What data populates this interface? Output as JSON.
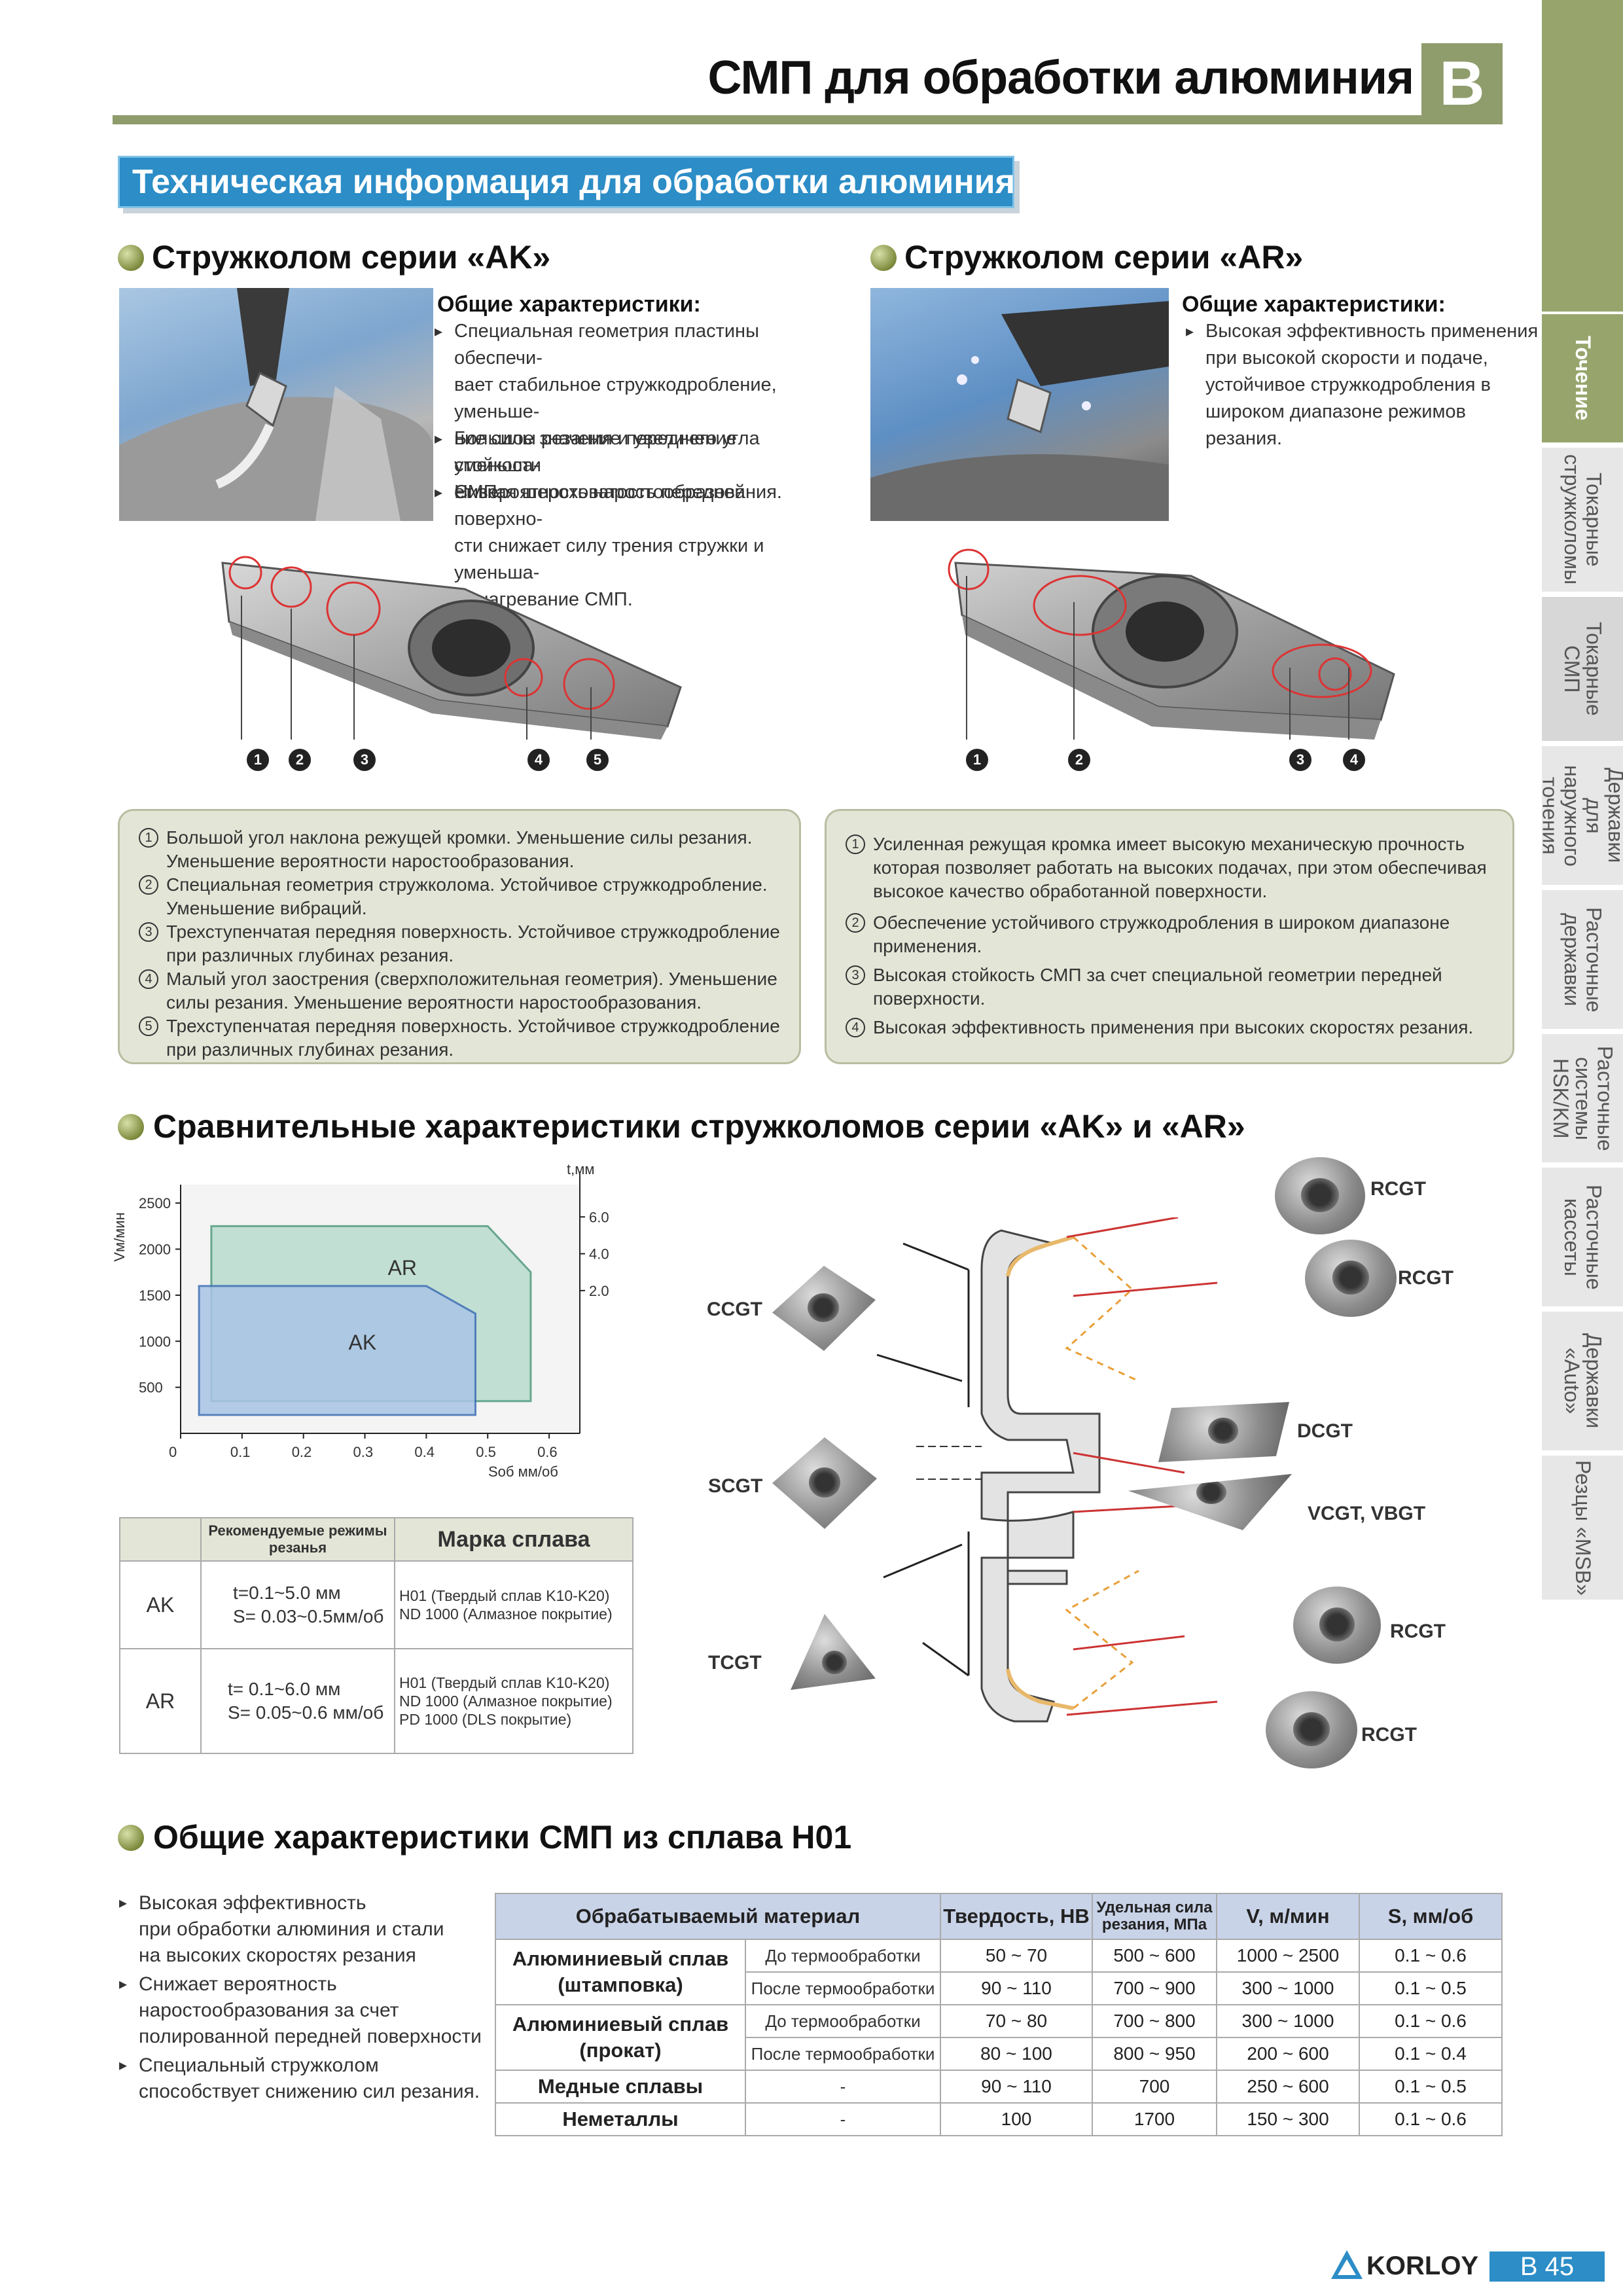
{
  "header": {
    "title": "СМП для обработки алюминия",
    "letter": "B"
  },
  "side_tabs": [
    {
      "label": "Точение",
      "active": true
    },
    {
      "label": "Токарные\nстружколомы"
    },
    {
      "label": "Токарные\nСМП"
    },
    {
      "label": "Державки\nдля наружного\nточения"
    },
    {
      "label": "Расточные\nдержавки"
    },
    {
      "label": "Расточные\nсистемы\nHSK/KM"
    },
    {
      "label": "Расточные\nкассеты"
    },
    {
      "label": "Державки\n«Auto»"
    },
    {
      "label": "Резцы «MSB»"
    }
  ],
  "section_title": "Техническая информация для обработки алюминия",
  "ak": {
    "title": "Стружколом серии «AK»",
    "features_title": "Общие характеристики:",
    "features": [
      "Специальная геометрия пластины обеспечи-\nвает стабильное стружкодробление, уменьше-\nние силы резания и увеличение стойкости\nСМП.",
      "Большое значение переднего угла уменьша-\nет вероятность наростообразования.",
      "Низкая шероховатость передней поверхно-\nсти снижает силу трения стружки и уменьша-\nет нагревание СМП."
    ],
    "numbers": [
      "1",
      "2",
      "3",
      "4",
      "5"
    ],
    "notes": [
      "Большой угол наклона режущей кромки. Уменьшение силы резания.\nУменьшение вероятности наростообразования.",
      "Специальная геометрия стружколома. Устойчивое стружкодробление.\nУменьшение вибраций.",
      "Трехступенчатая передняя поверхность. Устойчивое стружкодробление\nпри различных глубинах резания.",
      "Малый угол заострения (сверхположительная геометрия). Уменьшение\nсилы резания. Уменьшение вероятности наростообразования.",
      "Трехступенчатая передняя поверхность. Устойчивое стружкодробление\nпри различных глубинах резания."
    ]
  },
  "ar": {
    "title": "Стружколом серии «AR»",
    "features_title": "Общие характеристики:",
    "features": [
      "Высокая эффективность применения\nпри высокой скорости и подаче,\nустойчивое стружкодробления в\nшироком диапазоне режимов\nрезания."
    ],
    "numbers": [
      "1",
      "2",
      "3",
      "4"
    ],
    "notes": [
      "Усиленная режущая кромка имеет высокую механическую прочность\nкоторая позволяет работать на высоких подачах, при этом обеспечивая\nвысокое качество обработанной поверхности.",
      "Обеспечение устойчивого стружкодробления в широком диапазоне\nприменения.",
      "Высокая стойкость СМП за счет специальной геометрии передней\nповерхности.",
      "Высокая эффективность применения при высоких скоростях резания."
    ]
  },
  "note_symbols": [
    "①",
    "②",
    "③",
    "④",
    "⑤"
  ],
  "compare": {
    "title": "Сравнительные характеристики стружколомов серии «AK»  и «AR»"
  },
  "chart_data": {
    "type": "area",
    "ylabel": "Vм/мин",
    "y2label": "t,мм",
    "xlabel": "Sоб мм/об",
    "xticks": [
      "0",
      "0.1",
      "0.2",
      "0.3",
      "0.4",
      "0.5",
      "0.6"
    ],
    "yticks": [
      "2500",
      "2000",
      "1500",
      "1000",
      "500"
    ],
    "y2ticks": [
      "6.0",
      "4.0",
      "2.0"
    ],
    "xlim": [
      0,
      0.65
    ],
    "ylim": [
      0,
      2700
    ],
    "series": [
      {
        "name": "AR",
        "region": [
          [
            0.05,
            2250
          ],
          [
            0.5,
            2250
          ],
          [
            0.57,
            1750
          ],
          [
            0.57,
            350
          ],
          [
            0.05,
            350
          ]
        ],
        "color": "#b9dccd"
      },
      {
        "name": "AK",
        "region": [
          [
            0.03,
            1600
          ],
          [
            0.4,
            1600
          ],
          [
            0.48,
            1300
          ],
          [
            0.48,
            200
          ],
          [
            0.03,
            200
          ]
        ],
        "color": "#a9c4e6"
      }
    ]
  },
  "rec_table": {
    "col1": "Рекомендуемые режимы резанья",
    "col2": "Марка сплава",
    "rows": [
      {
        "name": "AK",
        "modes": "t=0.1~5.0 мм\nS= 0.03~0.5мм/об",
        "grades": "H01 (Твердый сплав K10-K20)\nND 1000 (Алмазное покрытие)"
      },
      {
        "name": "AR",
        "modes": "t= 0.1~6.0 мм\nS= 0.05~0.6 мм/об",
        "grades": "H01 (Твердый сплав K10-K20)\nND 1000 (Алмазное покрытие)\nPD 1000 (DLS покрытие)"
      }
    ]
  },
  "insert_labels": {
    "rcgt": "RCGT",
    "ccgt": "CCGT",
    "scgt": "SCGT",
    "tcgt": "TCGT",
    "dcgt": "DCGT",
    "vcgt": "VCGT, VBGT"
  },
  "h01": {
    "title": "Общие характеристики СМП из сплава H01",
    "bullets": [
      "Высокая эффективность\nпри обработки алюминия и стали\nна высоких скоростях резания",
      "Снижает вероятность\nнаростообразования за счет\nполированной  передней поверхности",
      "Специальный стружколом\nспособствует снижению сил резания."
    ],
    "table": {
      "headers": [
        "Обрабатываемый материал",
        "Твердость, HB",
        "Удельная сила\nрезания, МПа",
        "V, м/мин",
        "S, мм/об"
      ],
      "groups": [
        {
          "name": "Алюминиевый сплав\n(штамповка)",
          "rows": [
            [
              "До термообработки",
              "50 ~ 70",
              "500 ~ 600",
              "1000 ~ 2500",
              "0.1 ~ 0.6"
            ],
            [
              "После термообработки",
              "90 ~ 110",
              "700 ~ 900",
              "300 ~ 1000",
              "0.1 ~ 0.5"
            ]
          ]
        },
        {
          "name": "Алюминиевый сплав\n(прокат)",
          "rows": [
            [
              "До термообработки",
              "70 ~ 80",
              "700 ~ 800",
              "300 ~ 1000",
              "0.1 ~ 0.6"
            ],
            [
              "После термообработки",
              "80 ~ 100",
              "800 ~ 950",
              "200 ~ 600",
              "0.1 ~ 0.4"
            ]
          ]
        },
        {
          "name": "Медные сплавы",
          "rows": [
            [
              "-",
              "90 ~ 110",
              "700",
              "250 ~ 600",
              "0.1 ~ 0.5"
            ]
          ]
        },
        {
          "name": "Неметаллы",
          "rows": [
            [
              "-",
              "100",
              "1700",
              "150 ~ 300",
              "0.1 ~ 0.6"
            ]
          ]
        }
      ]
    }
  },
  "footer": {
    "brand": "KORLOY",
    "page": "B 45"
  }
}
